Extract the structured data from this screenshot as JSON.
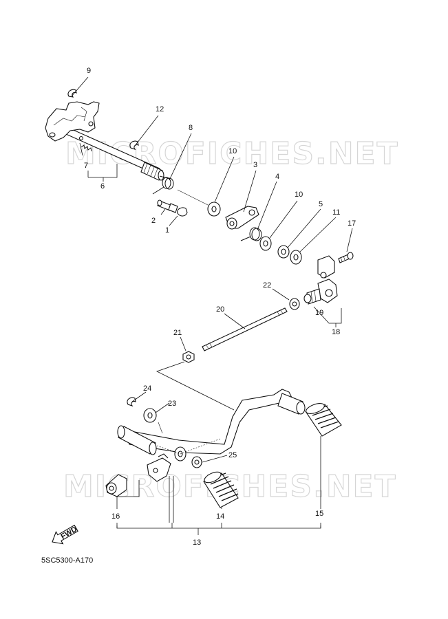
{
  "watermark": "MICROFICHES.NET",
  "diagram_code": "5SC5300-A170",
  "fwd_label": "FWD",
  "callouts": {
    "p1": "1",
    "p2": "2",
    "p3": "3",
    "p4": "4",
    "p5": "5",
    "p6": "6",
    "p7": "7",
    "p8": "8",
    "p9": "9",
    "p10a": "10",
    "p10b": "10",
    "p11": "11",
    "p12": "12",
    "p13": "13",
    "p14": "14",
    "p15": "15",
    "p16": "16",
    "p17": "17",
    "p18": "18",
    "p19": "19",
    "p20": "20",
    "p21": "21",
    "p22": "22",
    "p23": "23",
    "p24": "24",
    "p25": "25"
  }
}
